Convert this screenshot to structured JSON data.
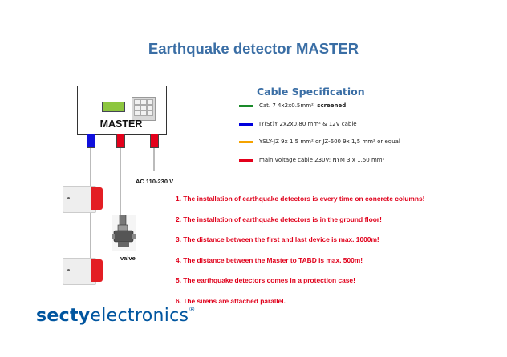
{
  "title": "Earthquake detector MASTER",
  "master": {
    "label": "MASTER",
    "supply_label": "AC 110-230 V"
  },
  "valve": {
    "label": "valve"
  },
  "cable_spec": {
    "title": "Cable Specification",
    "items": [
      {
        "color": "#1a8a2a",
        "text": "Cat.  7   4x2x0.5mm²",
        "bold_text": "screened"
      },
      {
        "color": "#0000dd",
        "text": "IY(St)Y 2x2x0.80 mm² & 12V cable",
        "bold_text": ""
      },
      {
        "color": "#f5a300",
        "text": "YSLY-JZ 9x 1,5 mm² or JZ-600 9x 1,5 mm² or equal",
        "bold_text": ""
      },
      {
        "color": "#e3001b",
        "text": "main voltage cable 230V: NYM 3 x 1.50 mm²",
        "bold_text": ""
      }
    ]
  },
  "notes": [
    "1. The installation of earthquake detectors is every time on concrete columns!",
    "2. The installation of earthquake detectors is in the ground floor!",
    "3. The distance between the  first and last device is max. 1000m!",
    "4. The distance between the Master  to TABD is max. 500m!",
    "5. The earthquake detectors comes in a protection case!",
    "6. The sirens are attached parallel."
  ],
  "logo": {
    "part1": "secty",
    "part2": "electronics",
    "reg": "®"
  },
  "colors": {
    "title": "#3a6ea5",
    "notes": "#e0001b",
    "logo": "#00559f",
    "lcd": "#8dc63f"
  },
  "icons": {
    "siren": "siren-icon",
    "valve": "gas-valve-icon",
    "keypad": "keypad-icon",
    "lcd": "lcd-display-icon"
  }
}
